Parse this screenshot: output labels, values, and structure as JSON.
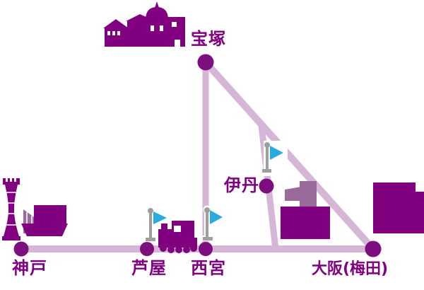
{
  "map": {
    "description": "Stylized purple railway route map (Hankyu-style) of the Kobe / Osaka area",
    "stations": [
      {
        "id": "takarazuka",
        "label": "宝塚"
      },
      {
        "id": "itami",
        "label": "伊丹"
      },
      {
        "id": "kobe",
        "label": "神戸"
      },
      {
        "id": "ashiya",
        "label": "芦屋"
      },
      {
        "id": "nishinomiya",
        "label": "西宮"
      },
      {
        "id": "osaka-umeda",
        "label": "大阪(梅田)"
      }
    ],
    "lines": [
      {
        "id": "kobe-line",
        "from": "kobe",
        "to": "osaka-umeda"
      },
      {
        "id": "takarazuka-line",
        "from": "takarazuka",
        "to": "osaka-umeda"
      },
      {
        "id": "imazu-line",
        "from": "takarazuka",
        "to": "nishinomiya"
      },
      {
        "id": "itami-line",
        "from": "takarazuka-line-junction",
        "to": "kobe-line-junction",
        "via": "itami"
      }
    ],
    "icons": [
      "takarazuka-theater-icon",
      "kobe-port-tower-icon",
      "ship-icon",
      "steam-train-icon",
      "checkpoint-flag-icon-ashiya",
      "checkpoint-flag-icon-nishinomiya",
      "checkpoint-flag-icon-itami",
      "factory-building-icon",
      "city-building-icon"
    ],
    "colors": {
      "background": "#FFFFFF",
      "route_line": "#D6B6D6",
      "station_node": "#7D0E7D",
      "icon_main": "#800080",
      "icon_muted": "#9A6B9A",
      "label_text": "#800080",
      "flag": "#29ABE2",
      "flag_pole": "#9E9E9E",
      "flag_outline": "#FFFFFF"
    }
  }
}
